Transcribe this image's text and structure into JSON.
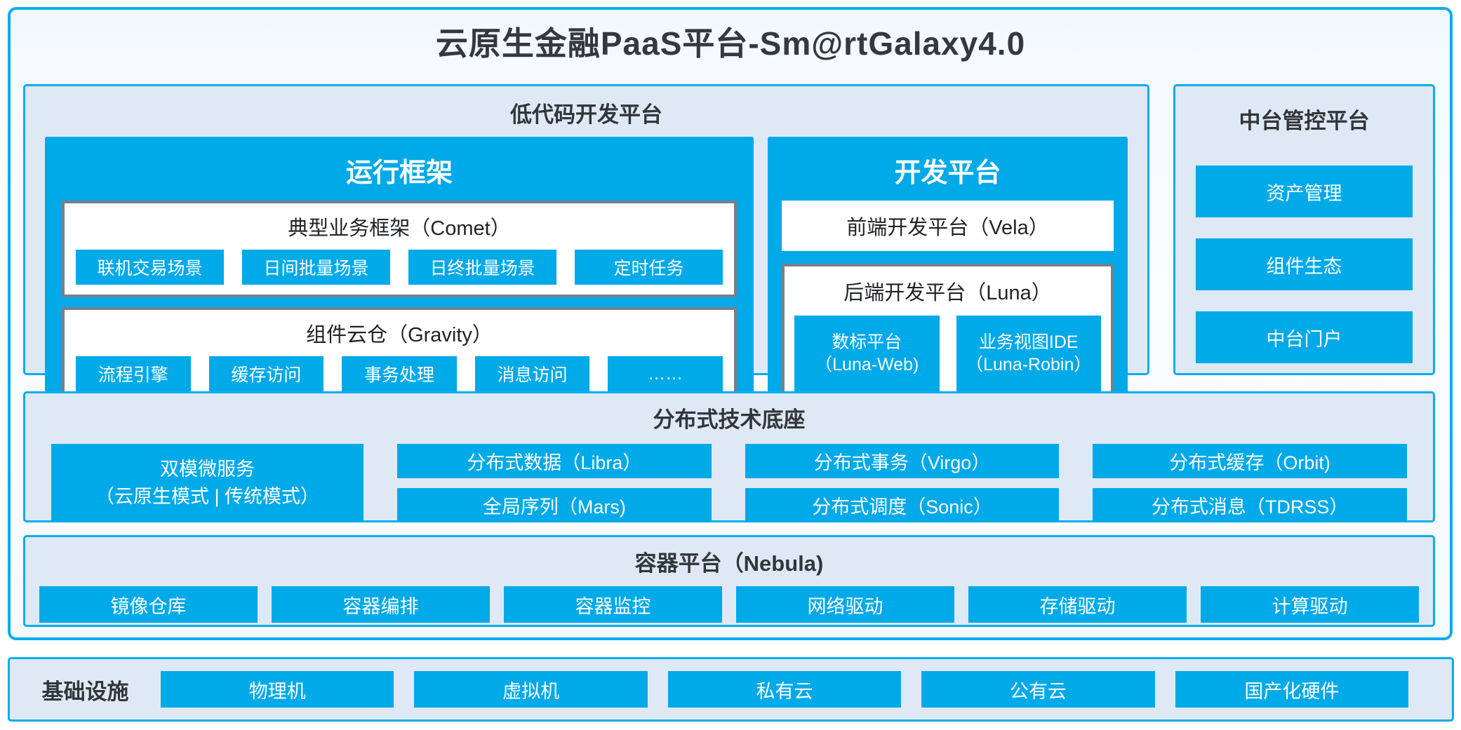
{
  "colors": {
    "blue": "#00A9E8",
    "blue-border": "#0CACEF",
    "panel-bg": "#DFE9F5",
    "gray-border": "#75808D",
    "dark": "#35393F"
  },
  "title": "云原生金融PaaS平台-Sm@rtGalaxy4.0",
  "low_code": {
    "label": "低代码开发平台",
    "runtime": {
      "label": "运行框架",
      "comet": {
        "label": "典型业务框架（Comet）",
        "items": [
          "联机交易场景",
          "日间批量场景",
          "日终批量场景",
          "定时任务"
        ]
      },
      "gravity": {
        "label": "组件云仓（Gravity）",
        "items": [
          "流程引擎",
          "缓存访问",
          "事务处理",
          "消息访问",
          "……"
        ]
      }
    },
    "dev": {
      "label": "开发平台",
      "vela_label": "前端开发平台（Vela）",
      "luna": {
        "label": "后端开发平台（Luna）",
        "items": [
          {
            "name": "数标平台",
            "code": "（Luna-Web)"
          },
          {
            "name": "业务视图IDE",
            "code": "（Luna-Robin）"
          }
        ]
      }
    }
  },
  "mid_platform": {
    "label": "中台管控平台",
    "items": [
      "资产管理",
      "组件生态",
      "中台门户"
    ]
  },
  "distributed": {
    "label": "分布式技术底座",
    "dual_mode": {
      "line1": "双模微服务",
      "line2": "（云原生模式 | 传统模式）"
    },
    "grid": [
      [
        "分布式数据（Libra）",
        "全局序列（Mars)"
      ],
      [
        "分布式事务（Virgo）",
        "分布式调度（Sonic）"
      ],
      [
        "分布式缓存（Orbit)",
        "分布式消息（TDRSS）"
      ]
    ]
  },
  "container_platform": {
    "label": "容器平台（Nebula)",
    "items": [
      "镜像仓库",
      "容器编排",
      "容器监控",
      "网络驱动",
      "存储驱动",
      "计算驱动"
    ]
  },
  "infrastructure": {
    "label": "基础设施",
    "items": [
      "物理机",
      "虚拟机",
      "私有云",
      "公有云",
      "国产化硬件"
    ]
  }
}
